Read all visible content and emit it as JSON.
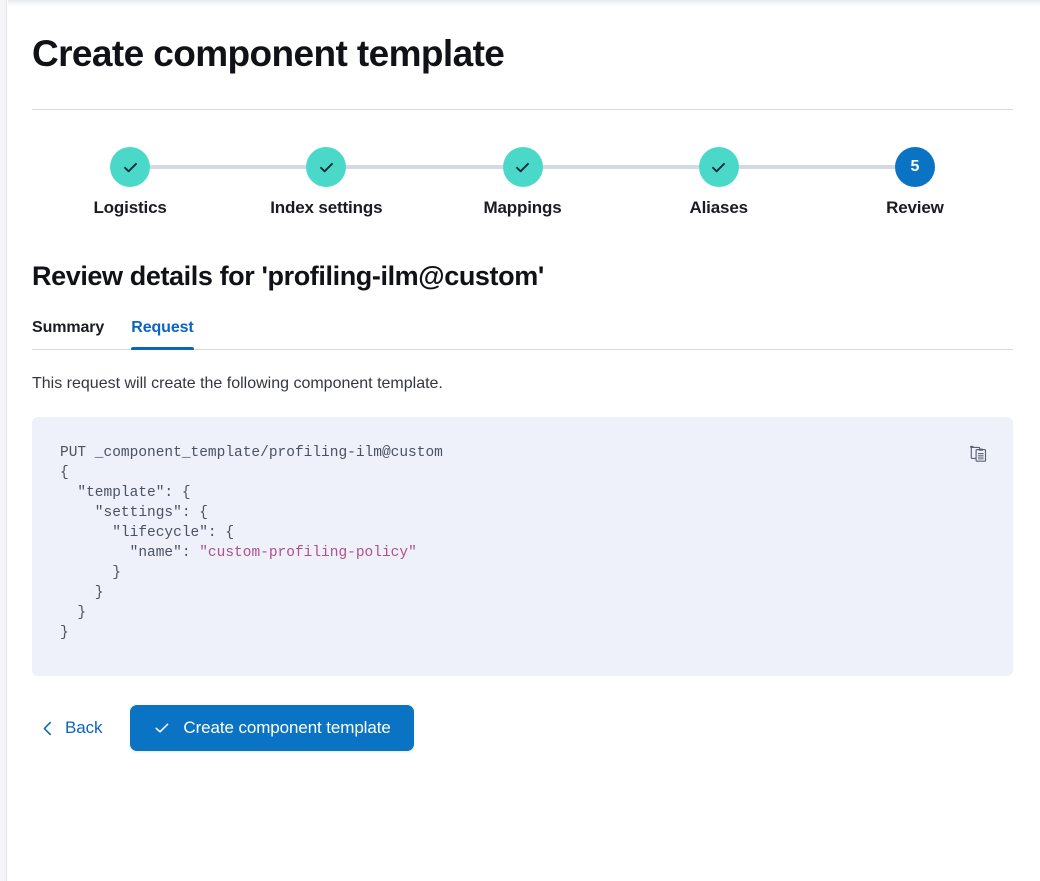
{
  "window": {
    "title": "Create component template"
  },
  "steps": [
    {
      "label": "Logistics",
      "state": "complete",
      "icon": "check-icon",
      "number": "1"
    },
    {
      "label": "Index settings",
      "state": "complete",
      "icon": "check-icon",
      "number": "2"
    },
    {
      "label": "Mappings",
      "state": "complete",
      "icon": "check-icon",
      "number": "3"
    },
    {
      "label": "Aliases",
      "state": "complete",
      "icon": "check-icon",
      "number": "4"
    },
    {
      "label": "Review",
      "state": "current",
      "icon": "",
      "number": "5"
    }
  ],
  "review": {
    "heading": "Review details for 'profiling-ilm@custom'",
    "tabs": [
      {
        "label": "Summary",
        "active": false
      },
      {
        "label": "Request",
        "active": true
      }
    ],
    "description": "This request will create the following component template.",
    "copy_icon": "copy-clipboard-icon",
    "code": {
      "method_line": "PUT _component_template/profiling-ilm@custom",
      "body_before_string": "{\n  \"template\": {\n    \"settings\": {\n      \"lifecycle\": {\n        \"name\": ",
      "string_value": "\"custom-profiling-policy\"",
      "body_after_string": "\n      }\n    }\n  }\n}"
    }
  },
  "actions": {
    "back_label": "Back",
    "back_icon": "chevron-left-icon",
    "submit_label": "Create component template",
    "submit_icon": "check-icon"
  },
  "colors": {
    "primary_blue": "#0a73c4",
    "link_blue": "#0b64c4",
    "step_complete_teal": "#4ad9c9",
    "code_background": "#eef1f9",
    "code_string": "#b0518a",
    "divider": "#d3dae6"
  }
}
